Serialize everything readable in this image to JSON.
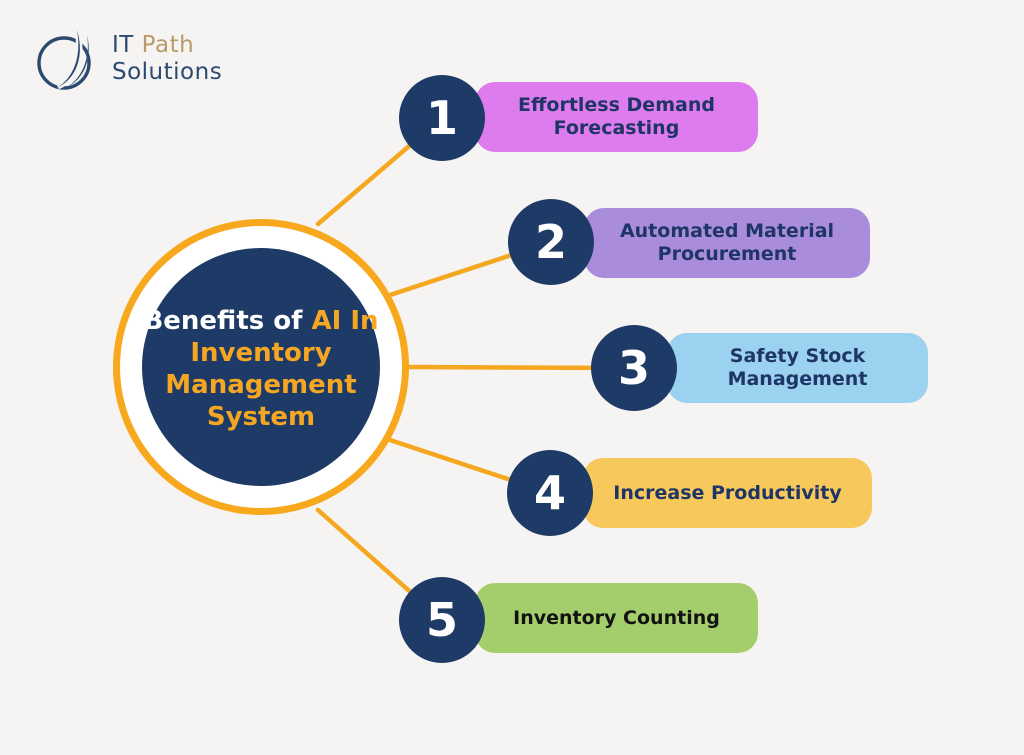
{
  "logo": {
    "word_it": "IT",
    "word_path": "Path",
    "word_solutions": "Solutions",
    "brand_navy": "#2c4a70",
    "brand_gold": "#b99b67"
  },
  "center": {
    "title_prefix": "Benefits of",
    "title_highlight": "AI In",
    "title_rest": "Inventory\nManagement\nSystem",
    "circle_color": "#1e3a66",
    "ring_color": "#f7a81d",
    "highlight_color": "#f5a623"
  },
  "connector_color": "#f5a71f",
  "background_color": "#f5f4f2",
  "nodes": [
    {
      "number": "1",
      "label": "Effortless Demand\nForecasting",
      "pill_color": "#de7bee",
      "text_color": "#1e3565"
    },
    {
      "number": "2",
      "label": "Automated Material\nProcurement",
      "pill_color": "#a98cdb",
      "text_color": "#1e3565"
    },
    {
      "number": "3",
      "label": "Safety Stock\nManagement",
      "pill_color": "#9ad2ef",
      "text_color": "#1e3565"
    },
    {
      "number": "4",
      "label": "Increase Productivity",
      "pill_color": "#f7c85c",
      "text_color": "#1e3565"
    },
    {
      "number": "5",
      "label": "Inventory Counting",
      "pill_color": "#a4ce6c",
      "text_color": "#121212"
    }
  ]
}
